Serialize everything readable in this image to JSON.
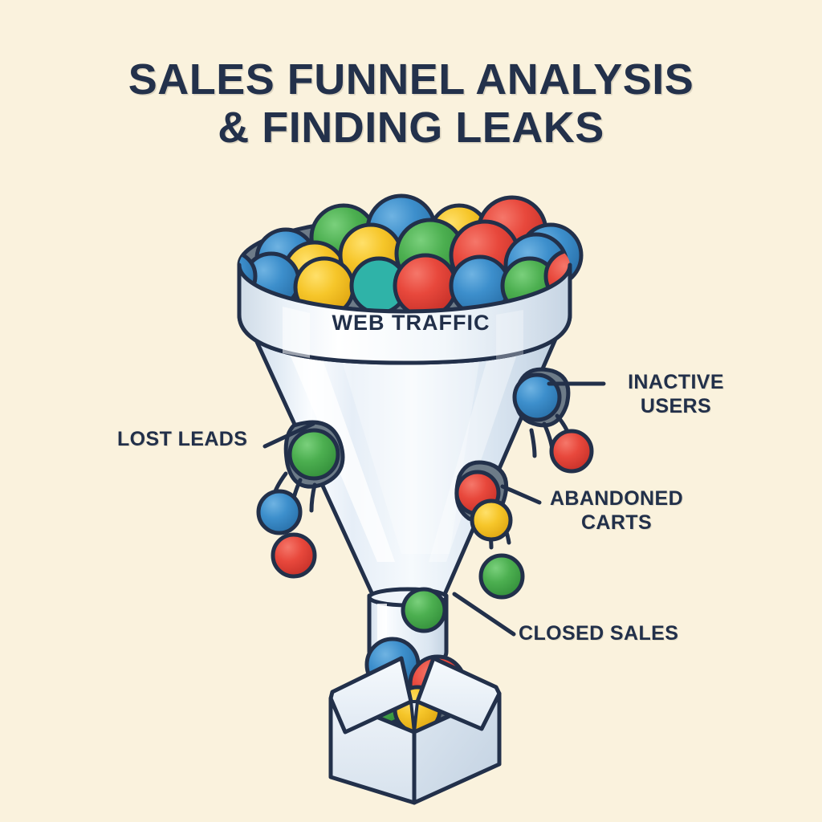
{
  "title": {
    "line1": "SALES FUNNEL ANALYSIS",
    "line2": "& FINDING LEAKS"
  },
  "funnel": {
    "band_label": "WEB TRAFFIC"
  },
  "labels": {
    "lost_leads": "LOST LEADS",
    "inactive_users": "INACTIVE\nUSERS",
    "abandoned_carts": "ABANDONED\nCARTS",
    "closed_sales": "CLOSED SALES"
  },
  "colors": {
    "background": "#faf2dd",
    "ink": "#22304a",
    "ball_blue": "#3d8fcc",
    "ball_green": "#4caf50",
    "ball_yellow": "#f6c62a",
    "ball_red": "#e8483c",
    "funnel_light": "#fdfeff",
    "funnel_mid": "#dee7f0",
    "funnel_shade": "#c3d2e0",
    "rim_interior": "#6d7b88",
    "box_face": "#e6edf5",
    "box_interior": "#5f6b77"
  },
  "chart_data": {
    "type": "diagram",
    "title": "SALES FUNNEL ANALYSIS & FINDING LEAKS",
    "stages": [
      {
        "name": "WEB TRAFFIC",
        "role": "funnel-inlet",
        "position": "funnel-rim-band"
      },
      {
        "name": "LOST LEADS",
        "role": "leak",
        "position": "funnel-left-wall"
      },
      {
        "name": "INACTIVE USERS",
        "role": "leak",
        "position": "funnel-upper-right-wall"
      },
      {
        "name": "ABANDONED CARTS",
        "role": "leak",
        "position": "funnel-lower-right-wall"
      },
      {
        "name": "CLOSED SALES",
        "role": "outlet",
        "position": "funnel-spout-to-box"
      }
    ],
    "leak_count": 3,
    "inlet_ball_count": 24,
    "collected_ball_count": 5,
    "ball_colors": [
      "blue",
      "green",
      "yellow",
      "red"
    ]
  }
}
